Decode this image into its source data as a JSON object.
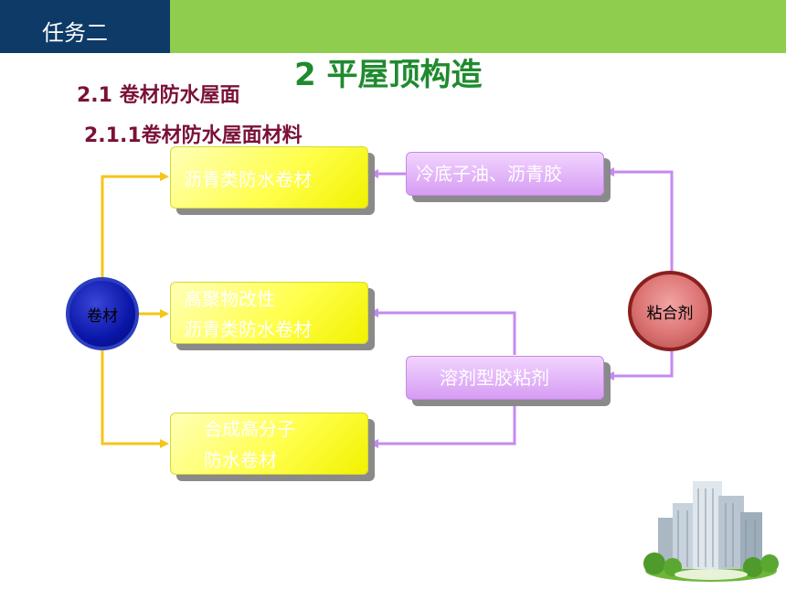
{
  "header": {
    "task_label": "任务二"
  },
  "title": "2 平屋顶构造",
  "section": "2.1 卷材防水屋面",
  "subsection": "2.1.1卷材防水屋面材料",
  "diagram": {
    "root": "卷材",
    "binder": "粘合剂",
    "materials": [
      {
        "line1": "沥青类防水卷材",
        "line2": ""
      },
      {
        "line1": "高聚物改性",
        "line2": "沥青类防水卷材"
      },
      {
        "line1": "合成高分子",
        "line2": "防水卷材"
      }
    ],
    "adhesives": [
      {
        "label": "冷底子油、沥青胶"
      },
      {
        "label": "溶剂型胶粘剂"
      }
    ]
  },
  "colors": {
    "header_dark": "#0d3a67",
    "header_green": "#8fcd4f",
    "title": "#1f8a2e",
    "heading": "#7a1138",
    "yellow_box": "#ffff4d",
    "purple_box": "#d69cf3",
    "root_circle": "#0a16a8",
    "binder_circle": "#dc7373",
    "yellow_line": "#f5c518",
    "purple_line": "#c58af0"
  }
}
